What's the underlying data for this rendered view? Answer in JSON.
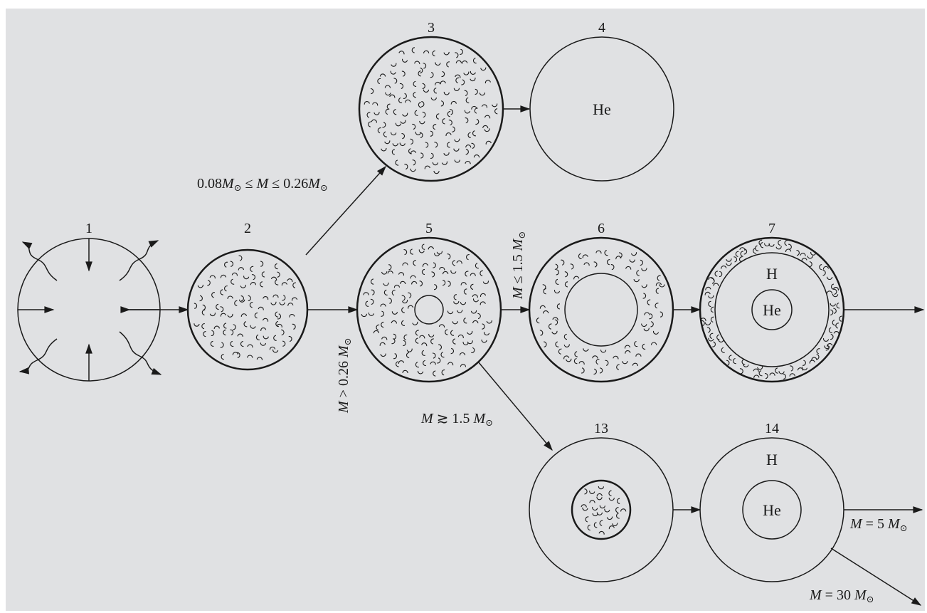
{
  "diagram": {
    "background_color": "#e0e1e3",
    "stroke_color": "#1a1a1a",
    "stars": {
      "s1": {
        "number": "1"
      },
      "s2": {
        "number": "2"
      },
      "s3": {
        "number": "3"
      },
      "s4": {
        "number": "4",
        "core_label": "He"
      },
      "s5": {
        "number": "5"
      },
      "s6": {
        "number": "6"
      },
      "s7": {
        "number": "7",
        "envelope_label": "H",
        "core_label": "He"
      },
      "s13": {
        "number": "13"
      },
      "s14": {
        "number": "14",
        "envelope_label": "H",
        "core_label": "He"
      }
    },
    "transitions": {
      "low_mass_prefix": "0.08",
      "low_mass_mid": " ≤ ",
      "low_mass_suffix": " ≤ 0.26",
      "m_symbol": "M",
      "sun_symbol": "⊙",
      "mass_gt_026": " > 0.26 ",
      "mass_le_15": " ≤ 1.5 ",
      "mass_ge_15": " ≳ 1.5 ",
      "mass_eq_5": " = 5 ",
      "mass_eq_30": " = 30 "
    }
  }
}
